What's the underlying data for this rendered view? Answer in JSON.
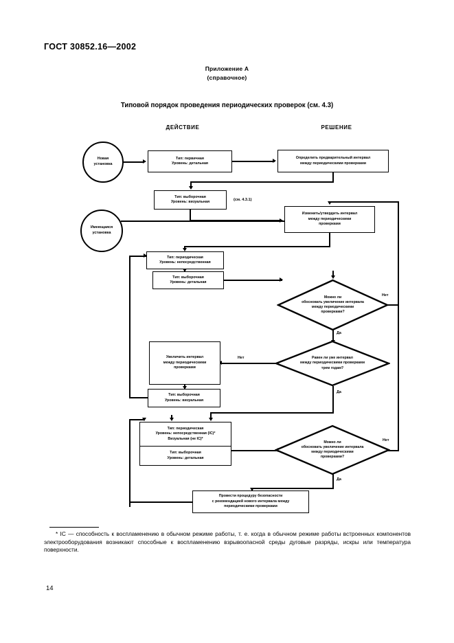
{
  "document": {
    "standard_header": "ГОСТ 30852.16—2002",
    "appendix_line1": "Приложение А",
    "appendix_line2": "(справочное)",
    "figure_title": "Типовой порядок проведения периодических проверок (см. 4.3)",
    "page_number": "14",
    "footnote": "* IC — способность к воспламенению в обычном режиме работы, т. е. когда в обычном режиме работы встроенных компонентов электрооборудования возникают способные к воспламенению взрывоопасной среды дуговые разряды, искры или температура поверхности."
  },
  "columns": {
    "action": "ДЕЙСТВИЕ",
    "decision": "РЕШЕНИЕ"
  },
  "chart_data": {
    "type": "flowchart",
    "title": "Типовой порядок проведения периодических проверок (см. 4.3)",
    "lane_labels": [
      "ДЕЙСТВИЕ",
      "РЕШЕНИЕ"
    ],
    "nodes": [
      {
        "id": "start-new",
        "shape": "circle",
        "lane": "start",
        "lines": [
          "Новая",
          "установка"
        ]
      },
      {
        "id": "start-existing",
        "shape": "circle",
        "lane": "start",
        "lines": [
          "Имеющаяся",
          "установка"
        ]
      },
      {
        "id": "action-initial",
        "shape": "rect",
        "lane": "ДЕЙСТВИЕ",
        "lines": [
          "Тип: первичная",
          "Уровень: детальная"
        ]
      },
      {
        "id": "decision-preliminary-interval",
        "shape": "rect",
        "lane": "РЕШЕНИЕ",
        "lines": [
          "Определить предварительный интервал",
          "между периодическими проверками"
        ]
      },
      {
        "id": "action-sample-visual-1",
        "shape": "rect",
        "lane": "ДЕЙСТВИЕ",
        "lines": [
          "Тип: выборочная",
          "Уровень: визуальная"
        ]
      },
      {
        "id": "decision-change-confirm",
        "shape": "rect",
        "lane": "РЕШЕНИЕ",
        "lines": [
          "Изменить/утвердить интервал",
          "между периодическими",
          "проверками"
        ]
      },
      {
        "id": "action-periodic-close",
        "shape": "rect",
        "lane": "ДЕЙСТВИЕ",
        "lines": [
          "Тип: периодическая",
          "Уровень: непосредственная"
        ]
      },
      {
        "id": "action-sample-detail-1",
        "shape": "rect",
        "lane": "ДЕЙСТВИЕ",
        "lines": [
          "Тип: выборочная",
          "Уровень: детальная"
        ]
      },
      {
        "id": "decision-justify-increase-1",
        "shape": "diamond",
        "lane": "РЕШЕНИЕ",
        "lines": [
          "Можно ли",
          "обосновать увеличение интервала",
          "между периодическими",
          "проверками?"
        ]
      },
      {
        "id": "action-increase-interval",
        "shape": "rect",
        "lane": "ДЕЙСТВИЕ",
        "lines": [
          "Увеличить интервал",
          "между периодическими",
          "проверками"
        ]
      },
      {
        "id": "decision-three-years",
        "shape": "diamond",
        "lane": "РЕШЕНИЕ",
        "lines": [
          "Равен ли уже интервал",
          "между периодическими проверками",
          "трем годам?"
        ]
      },
      {
        "id": "action-sample-visual-2",
        "shape": "rect",
        "lane": "ДЕЙСТВИЕ",
        "lines": [
          "Тип: выборочная",
          "Уровень: визуальная"
        ]
      },
      {
        "id": "action-periodic-ic",
        "shape": "rect",
        "lane": "ДЕЙСТВИЕ",
        "lines": [
          "Тип: периодическая",
          "Уровень: непосредственная (IC)*",
          "Визуальная (не IC)*"
        ]
      },
      {
        "id": "action-sample-detail-2",
        "shape": "rect",
        "lane": "ДЕЙСТВИЕ",
        "lines": [
          "Тип: выборочная",
          "Уровень: детальная"
        ]
      },
      {
        "id": "decision-justify-increase-2",
        "shape": "diamond",
        "lane": "РЕШЕНИЕ",
        "lines": [
          "Можно ли",
          "обосновать увеличение интервала",
          "между периодическими",
          "проверками?"
        ]
      },
      {
        "id": "action-safety-procedure",
        "shape": "rect",
        "lane": "ДЕЙСТВИЕ",
        "lines": [
          "Провести процедуру безопасности",
          "с рекомендацией нового интервала между",
          "периодическими проверками"
        ]
      }
    ],
    "edge_labels": {
      "no_1": "Нет",
      "yes_1": "Да",
      "no_2": "Нет",
      "yes_2": "Да",
      "no_3": "Нет",
      "yes_3": "Да"
    },
    "annotations": {
      "clause_ref": "(см. 4.3.1)"
    }
  }
}
